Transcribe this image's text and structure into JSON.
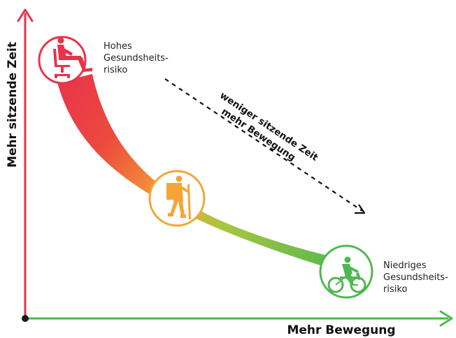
{
  "axes": {
    "y_label": "Mehr sitzende Zeit",
    "x_label": "Mehr Bewegung",
    "y_color": "#e8334a",
    "x_color": "#4fb74f",
    "origin_color": "#1a1a1a"
  },
  "stages": [
    {
      "icon": "sitting-person-icon",
      "color": "#e8334a",
      "label_lines": [
        "Hohes",
        "Gesundsheits-",
        "risiko"
      ]
    },
    {
      "icon": "hiker-icon",
      "color": "#f4a534",
      "label_lines": []
    },
    {
      "icon": "cyclist-icon",
      "color": "#4fb74f",
      "label_lines": [
        "Niedriges",
        "Gesundsheits-",
        "risiko"
      ]
    }
  ],
  "trend": {
    "line1": "weniger sitzende Zeit",
    "line2": "mehr Bewegung"
  }
}
